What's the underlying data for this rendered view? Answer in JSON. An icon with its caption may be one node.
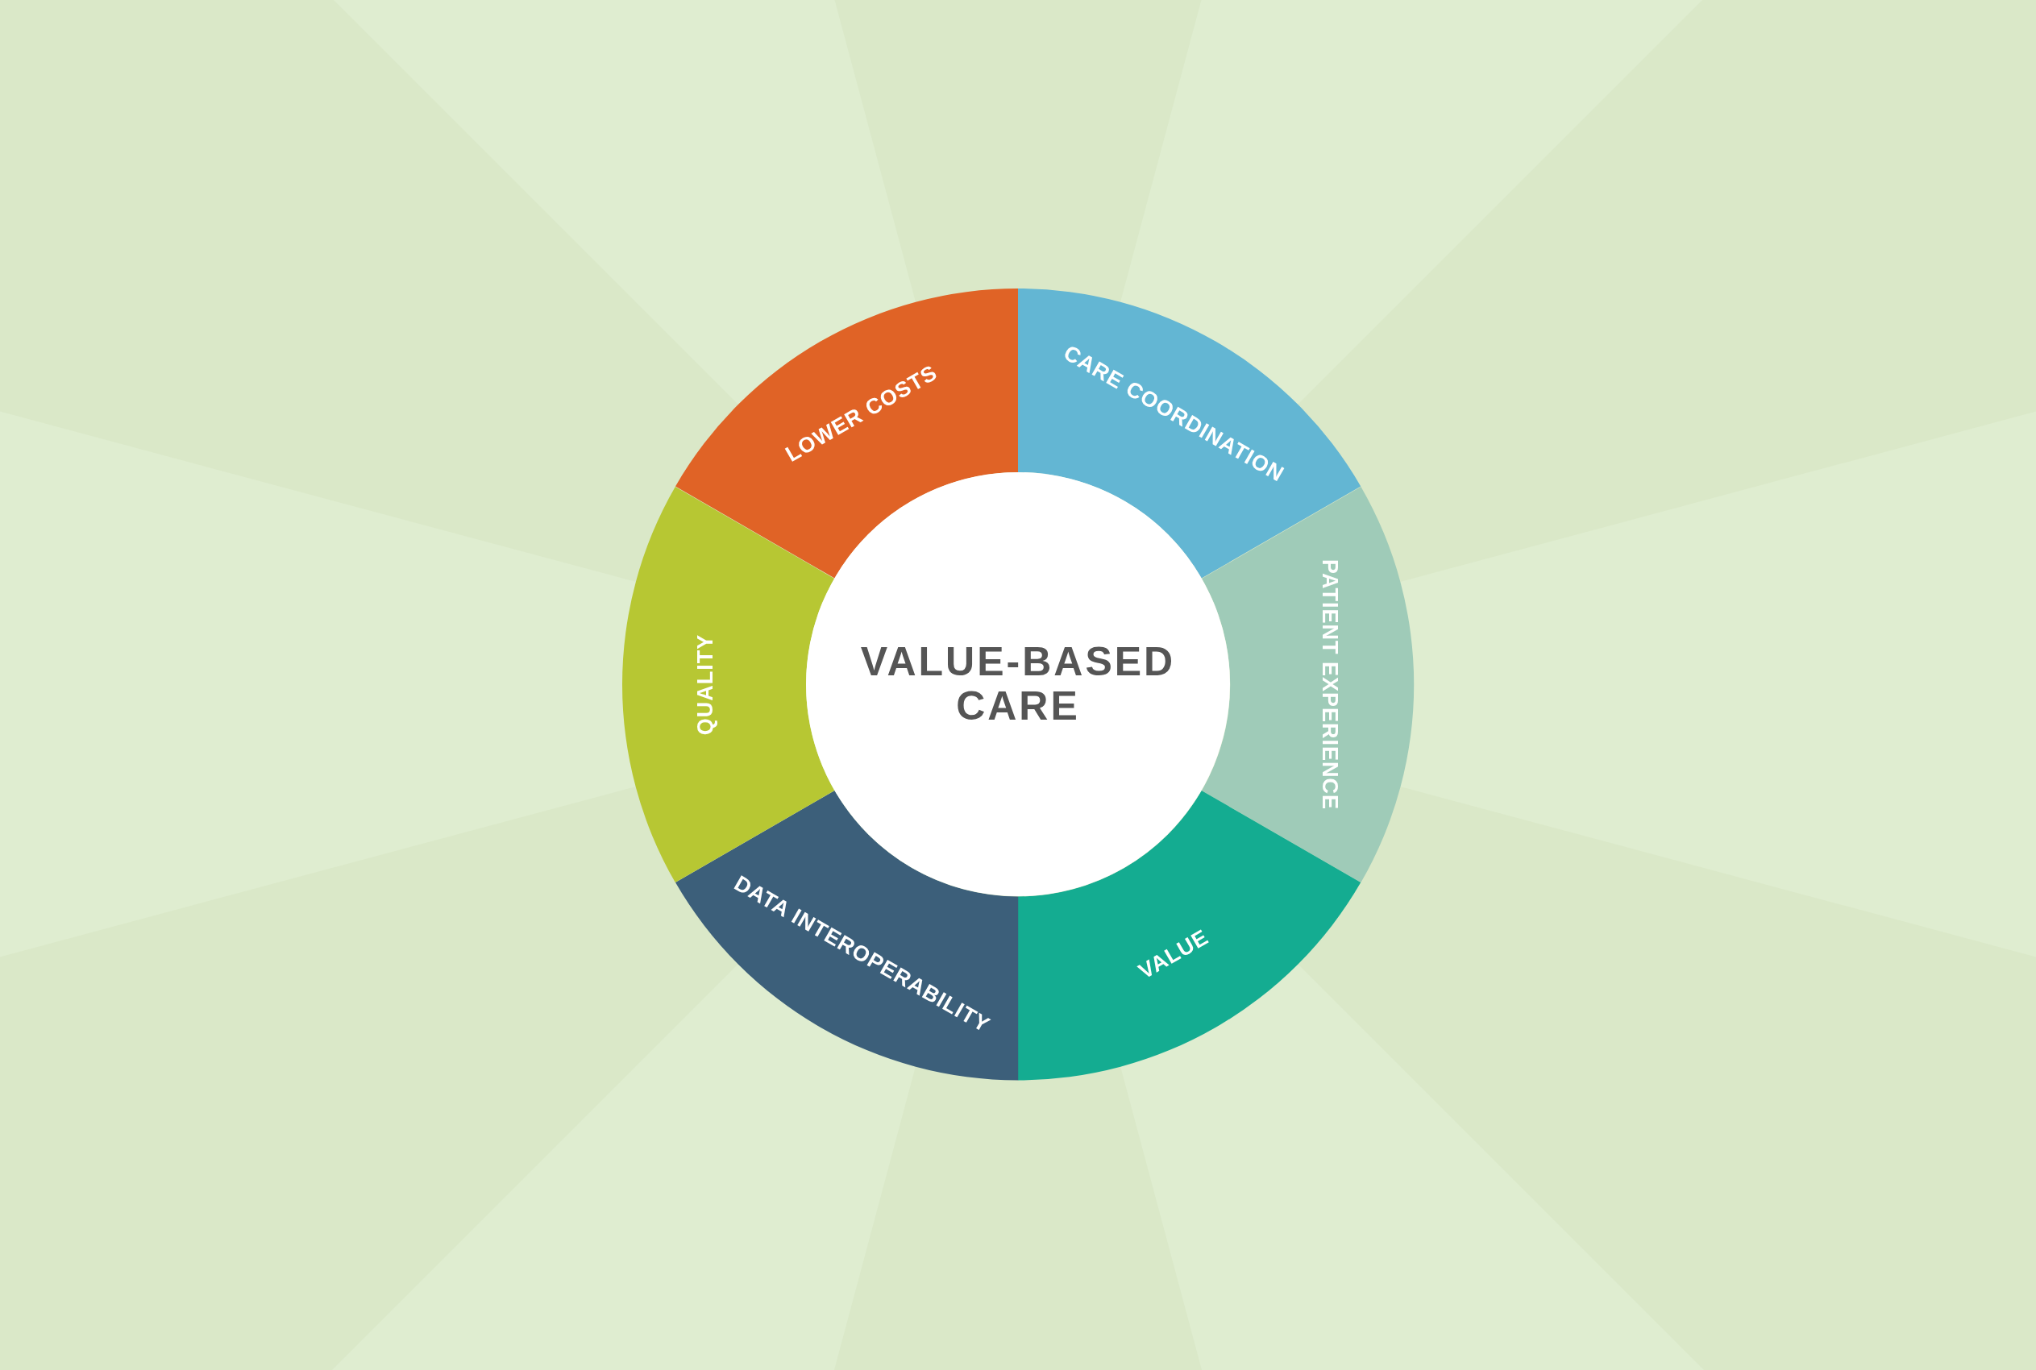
{
  "diagram": {
    "nodes": [
      {
        "text": [
          "VALUE-BASED CARE"
        ]
      },
      {
        "text": [
          "LOWER COSTS"
        ]
      },
      {
        "text": [
          "CARE COORDINATION"
        ]
      },
      {
        "text": [
          "PATIENT EXPERIENCE"
        ]
      },
      {
        "text": [
          "VALUE"
        ]
      },
      {
        "text": [
          "DATA INTEROPERABILITY"
        ]
      },
      {
        "text": [
          "QUALITY"
        ]
      }
    ]
  }
}
